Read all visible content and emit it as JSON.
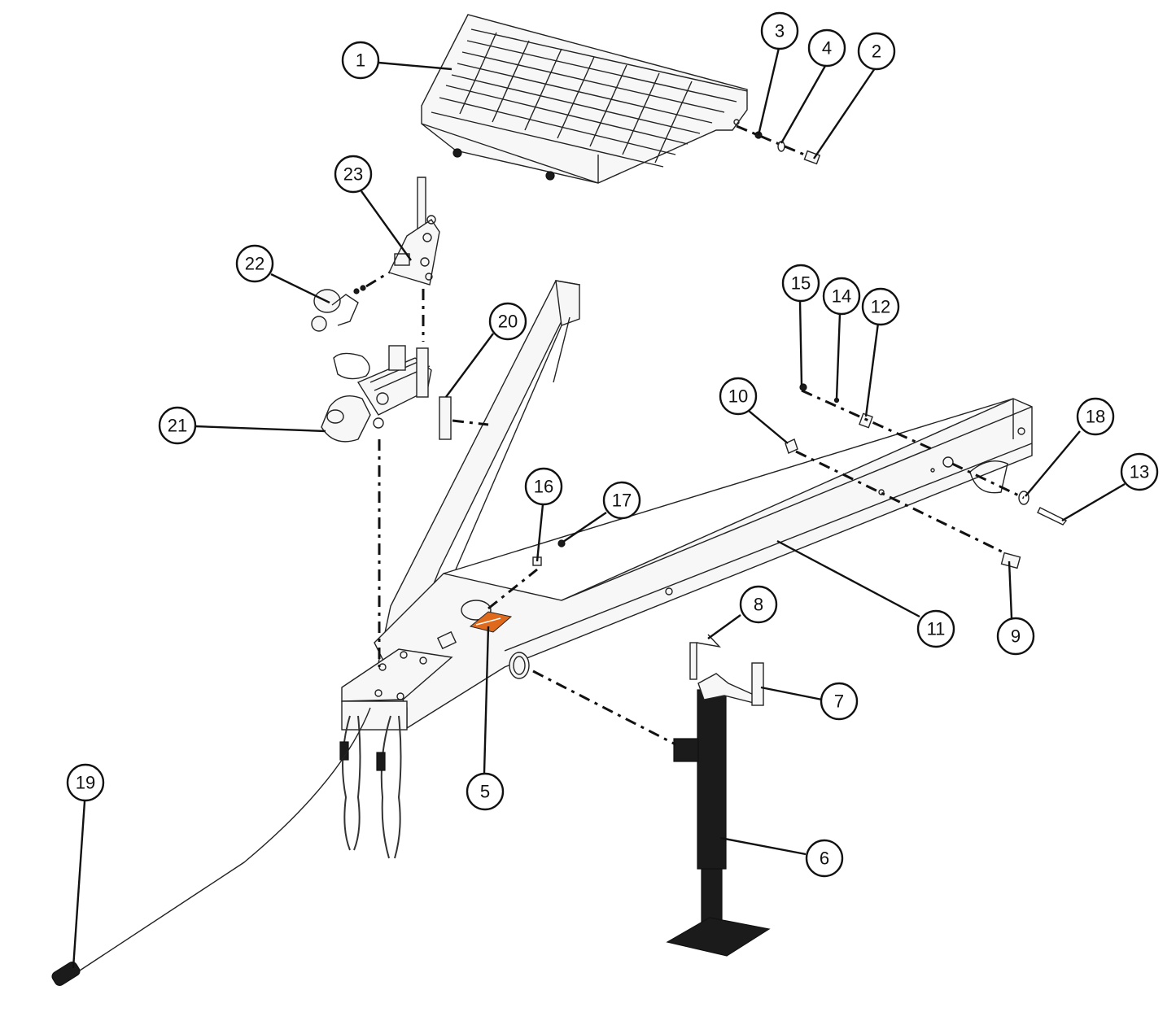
{
  "diagram": {
    "background": "#ffffff",
    "ink": "#111111",
    "label_color": "#e06a1b",
    "callouts": [
      "1",
      "2",
      "3",
      "4",
      "5",
      "6",
      "7",
      "8",
      "9",
      "10",
      "11",
      "12",
      "13",
      "14",
      "15",
      "16",
      "17",
      "18",
      "19",
      "20",
      "21",
      "22",
      "23"
    ]
  }
}
